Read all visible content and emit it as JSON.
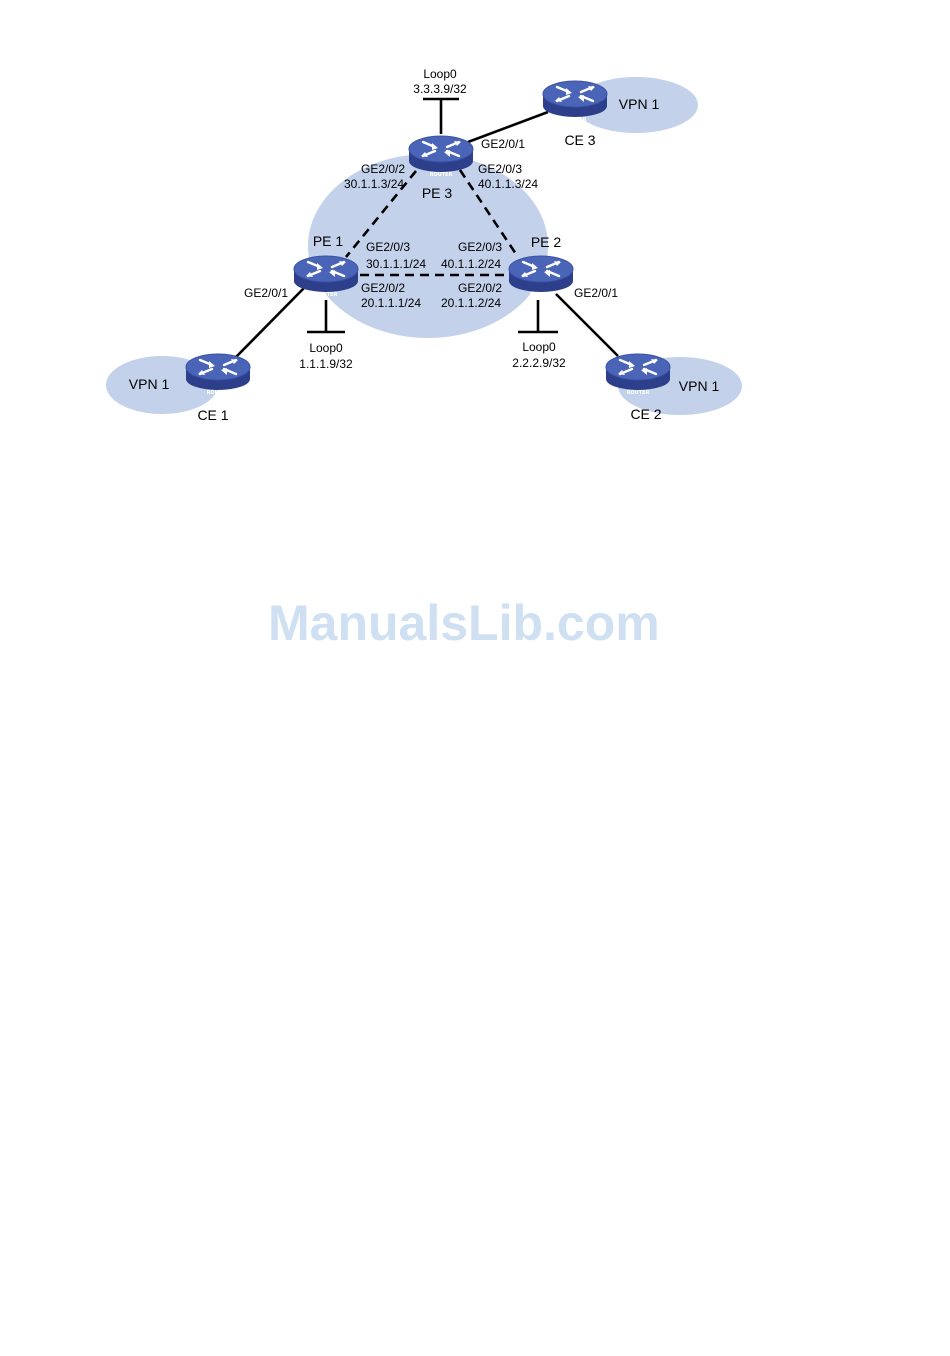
{
  "colors": {
    "cloud": "#c3d2ea",
    "router_top": "#4a64b8",
    "router_side": "#2d3f8a",
    "router_arrow": "#ffffff",
    "link": "#000000",
    "watermark": "#cfe0f3"
  },
  "icons": {
    "router": "router-icon"
  },
  "routers": {
    "pe3": {
      "name": "PE 3",
      "tag": "ROUTER"
    },
    "pe1": {
      "name": "PE 1",
      "tag": "ROUTER"
    },
    "pe2": {
      "name": "PE 2",
      "tag": "ROUTER"
    },
    "ce1": {
      "name": "CE 1",
      "tag": "ROUTER"
    },
    "ce2": {
      "name": "CE 2",
      "tag": "ROUTER"
    },
    "ce3": {
      "name": "CE 3",
      "tag": "ROUTER"
    }
  },
  "vpns": {
    "ce1": "VPN 1",
    "ce2": "VPN 1",
    "ce3": "VPN 1"
  },
  "loopbacks": {
    "pe3": {
      "name": "Loop0",
      "ip": "3.3.3.9/32"
    },
    "pe1": {
      "name": "Loop0",
      "ip": "1.1.1.9/32"
    },
    "pe2": {
      "name": "Loop0",
      "ip": "2.2.2.9/32"
    }
  },
  "interfaces": {
    "pe3_ge1": {
      "name": "GE2/0/1"
    },
    "pe3_ge2": {
      "name": "GE2/0/2",
      "ip": "30.1.1.3/24"
    },
    "pe3_ge3": {
      "name": "GE2/0/3",
      "ip": "40.1.1.3/24"
    },
    "pe1_ge1": {
      "name": "GE2/0/1"
    },
    "pe1_ge3": {
      "name": "GE2/0/3",
      "ip": "30.1.1.1/24"
    },
    "pe1_ge2": {
      "name": "GE2/0/2",
      "ip": "20.1.1.1/24"
    },
    "pe2_ge3": {
      "name": "GE2/0/3",
      "ip": "40.1.1.2/24"
    },
    "pe2_ge2": {
      "name": "GE2/0/2",
      "ip": "20.1.1.2/24"
    },
    "pe2_ge1": {
      "name": "GE2/0/1"
    }
  },
  "watermark": "ManualsLib.com"
}
